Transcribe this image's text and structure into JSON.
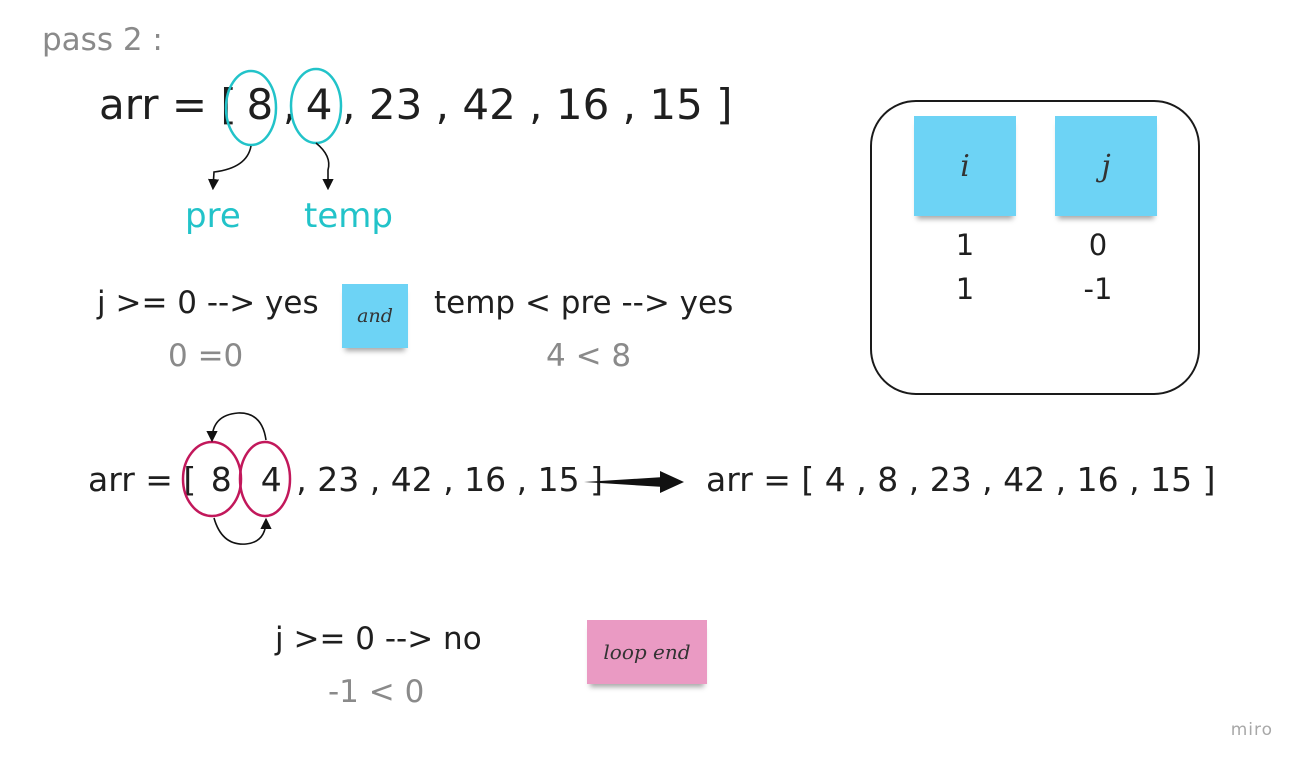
{
  "pass_label": "pass 2 :",
  "array_top": {
    "prefix": "arr = [",
    "el0": "8",
    "sep0": ",",
    "el1": "4",
    "rest": ", 23 , 42 , 16 , 15 ]"
  },
  "pointers": {
    "pre": "pre",
    "temp": "temp"
  },
  "condition1": {
    "left": "j >= 0 --> yes",
    "left_sub": "0 =0",
    "connector": "and",
    "right": "temp < pre --> yes",
    "right_sub": "4 < 8"
  },
  "swap": {
    "before_prefix": "arr = [",
    "before_el0": "8",
    "before_el1": "4",
    "before_rest": ", 23 , 42 , 16 , 15 ]",
    "after": "arr = [ 4 , 8 , 23 , 42 , 16 , 15 ]"
  },
  "condition2": {
    "text": "j >= 0 --> no",
    "sub": "-1 < 0",
    "sticky": "loop end"
  },
  "variables": {
    "headers": [
      "i",
      "j"
    ],
    "rows": [
      [
        "1",
        "0"
      ],
      [
        "1",
        "-1"
      ]
    ]
  },
  "watermark": "miro",
  "colors": {
    "teal": "#22c3c9",
    "magenta": "#c2185b",
    "sticky_blue": "#6dd3f5",
    "sticky_pink": "#ea9ac3"
  }
}
